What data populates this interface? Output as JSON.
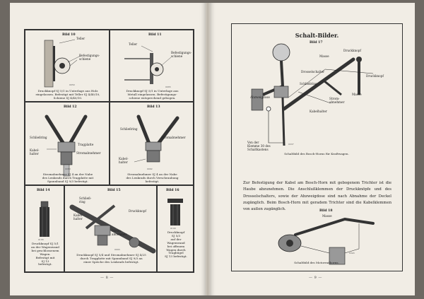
{
  "left_page": {
    "page_number": "— 8 —",
    "figures": [
      {
        "bild": "Bild 10",
        "labels": [
          "Teller",
          "Befestigungs-\nschiene"
        ],
        "caption": "Druckknopf SJ 5/1 in Unterlage aus Holz\neingelassen. Befestigt mit Teller SJ 4/40/10,\nSchiene SJ 4/40/10.",
        "number": "0050"
      },
      {
        "bild": "Bild 11",
        "labels": [
          "Teller",
          "Befestigungs-\nschiene"
        ],
        "caption": "Druckknopf SJ 5/1 in Unterlage aus\nMetall eingelassen. Befestigungs-\nschiene entsprechend gebogen.",
        "number": "0065"
      },
      {
        "bild": "Bild 12",
        "labels": [
          "Schließring",
          "Tragplatte",
          "Kabel-\nhalter",
          "Stromabnehmer"
        ],
        "caption": "Stromabnehmer SJ 4 an der Nabe\ndes Lenkrads durch Tragplatte mit\nSpannband SJ 9/3 befestigt.",
        "number": "0080"
      },
      {
        "bild": "Bild 13",
        "labels": [
          "Schließring",
          "Stromabnehmer",
          "Kabel-\nhalter"
        ],
        "caption": "Stromabnehmer SJ 4 an der Nabe\ndes Lenkrads durch Verschraubung\nbefestigt.",
        "number": "0092"
      },
      {
        "bild": "Bild 14",
        "labels": [],
        "caption": "Druckknopf SJ 5/1\nan der Wagenwand\nbei geschlossenem\nWagen.\nBefestigt mit\nSJ 13\nbefestigt.",
        "number": "0166"
      },
      {
        "bild": "Bild 15",
        "labels": [
          "Schließ-\nring",
          "Druckknopf",
          "Kabel-\nhalter",
          "Strom-\nabnehmer"
        ],
        "caption": "Druckknopf SJ 5/4 und Stromabnehmer SJ 4/25\ndurch Tragplatte mit Spannband SJ 9/3 an\neiner Speiche des Lenkrads befestigt.",
        "number": "0093"
      },
      {
        "bild": "Bild 16",
        "labels": [],
        "caption": "Druckknopf\nSJ 5/3\nauf der\nWagenwand\nbei offenem\nWagen durch\nTragbügel\nSJ 13 befestigt.",
        "number": "0100"
      }
    ]
  },
  "right_page": {
    "page_number": "— 9 —",
    "title": "Schalt-Bilder.",
    "fig17": {
      "bild": "Bild 17",
      "labels": [
        "Druckknopf",
        "Masse",
        "Drosselschalter",
        "Schließring",
        "Druckknopf",
        "Masse",
        "Abzweigdose",
        "Strom-\nabnehmer",
        "Kabelhalter",
        "Von der\nKlemme 30 des\nSchaltkastens"
      ],
      "caption": "Schaltbild des Bosch-Horns für Kraftwagen.",
      "number": "0337"
    },
    "paragraph": "Zur Befestigung der Kabel am Bosch-Horn mit gebogenem Trichter ist die Haube abzunehmen. Die Anschlußklemmen der Druckknöpfe und des Drosselschalters, sowie der Abzweigdose sind nach Abnahme der Deckel zugänglich. Beim Bosch-Horn mit geradem Trichter sind die Kabelklemmen von außen zugänglich.",
    "fig18": {
      "bild": "Bild 18",
      "labels": [
        "Masse"
      ],
      "caption": "Schaltbild des Motorradhorns.",
      "number": "0343"
    }
  }
}
